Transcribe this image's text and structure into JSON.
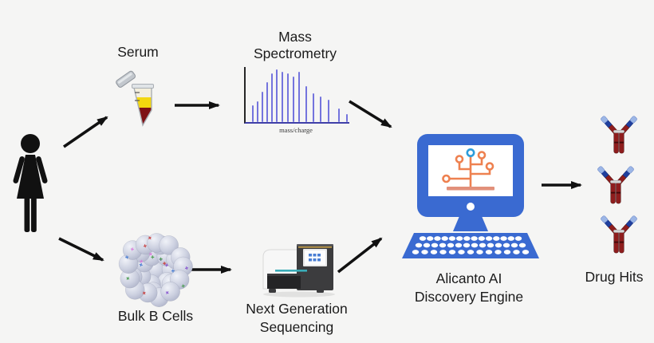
{
  "diagram": {
    "background": "#f5f5f4",
    "patient": {
      "icon": "person-female-silhouette"
    },
    "serum": {
      "label": "Serum",
      "icon": "microcentrifuge-tube"
    },
    "mass_spec": {
      "title_lines": [
        "Mass",
        "Spectrometry"
      ]
    },
    "bulk_b_cells": {
      "label": "Bulk B Cells",
      "icon": "cell-cluster"
    },
    "ngs": {
      "label_lines": [
        "Next Generation",
        "Sequencing"
      ],
      "icon": "sequencer-machine"
    },
    "engine": {
      "label_lines": [
        "Alicanto AI",
        "Discovery Engine"
      ],
      "icon": "computer-with-circuit-tree"
    },
    "drug_hits": {
      "label": "Drug Hits",
      "icon": "antibody",
      "count": 3
    },
    "colors": {
      "arrow": "#111111",
      "computer_blue": "#3a6ad1",
      "circuit_orange": "#ee8150",
      "circuit_node_blue": "#2d9cdb",
      "antibody_red": "#8e1d1d",
      "antibody_dark_blue": "#1f3f9e",
      "antibody_light_blue": "#9cb6e6",
      "serum_yellow": "#f3d70e",
      "serum_red": "#7e1115",
      "cell_gray": "#c6cada",
      "axis_x": "#4040a8"
    }
  },
  "chart_data": {
    "type": "bar",
    "title": "Mass Spectrometry",
    "xlabel": "mass/charge",
    "ylabel": "",
    "x_rel": [
      8,
      14,
      20,
      26,
      32,
      38,
      45,
      52,
      59,
      66,
      75,
      84,
      93,
      103,
      116,
      126
    ],
    "values": [
      30,
      38,
      55,
      72,
      88,
      95,
      92,
      88,
      83,
      92,
      65,
      52,
      47,
      40,
      24,
      14
    ],
    "ylim": [
      0,
      100
    ],
    "bar_color": "#7474dd",
    "axis_color": "#4040a8",
    "grid": false,
    "legend": false
  }
}
